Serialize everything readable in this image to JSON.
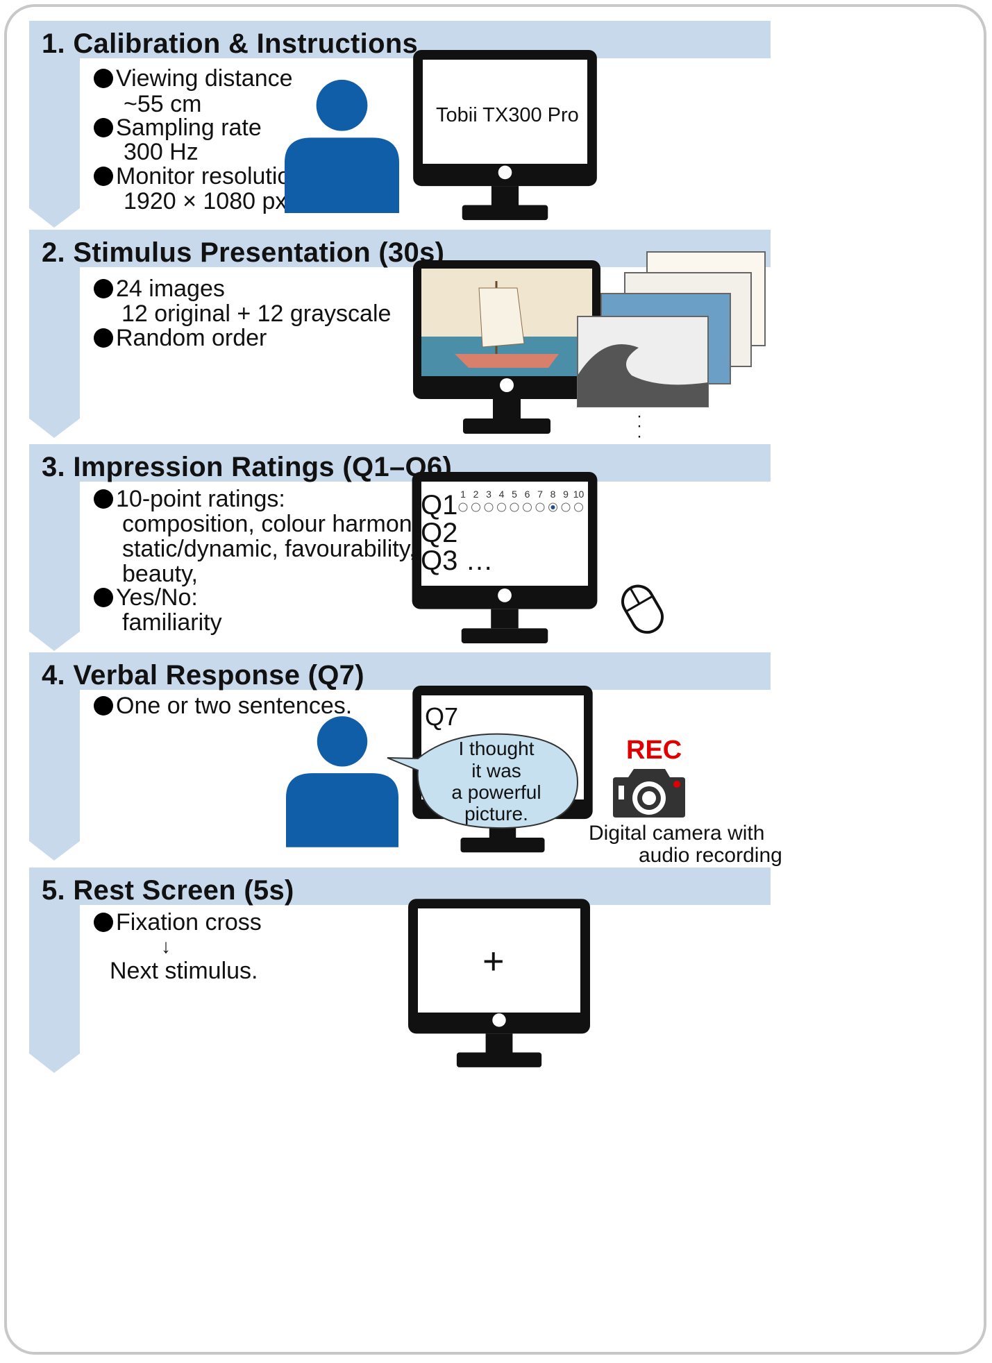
{
  "colors": {
    "band": "#c9d9ec",
    "person": "#105da8",
    "monitor": "#111111",
    "rec": "#e00000",
    "bubble": "#c6e0ef"
  },
  "steps": [
    {
      "title": "1. Calibration & Instructions",
      "bullets": [
        "Viewing distance",
        "Sampling rate",
        "Monitor resolution"
      ],
      "details": [
        "~55 cm",
        "300 Hz",
        "1920 × 1080 px"
      ],
      "monitor_label": "Tobii TX300 Pro",
      "icons": [
        "person-icon",
        "monitor-icon"
      ]
    },
    {
      "title": "2. Stimulus Presentation (30s)",
      "bullets": [
        "24 images",
        "Random order"
      ],
      "details": [
        "12 original + 12 grayscale"
      ],
      "icons": [
        "monitor-icon",
        "ukiyoe-ship-image",
        "ukiyoe-wave-grayscale-image"
      ]
    },
    {
      "title": "3. Impression Ratings (Q1–Q6)",
      "bullets": [
        "10-point ratings:",
        "Yes/No:"
      ],
      "details": [
        "composition, colour harmony,",
        "static/dynamic, favourability,",
        "beauty,",
        "familiarity"
      ],
      "screen": {
        "q1": "Q1",
        "q2": "Q2",
        "q3": "Q3 …",
        "scale": [
          "1",
          "2",
          "3",
          "4",
          "5",
          "6",
          "7",
          "8",
          "9",
          "10"
        ],
        "selected": 8
      },
      "icons": [
        "monitor-icon",
        "mouse-icon"
      ]
    },
    {
      "title": "4. Verbal Response (Q7)",
      "bullets": [
        "One or two sentences."
      ],
      "screen_label": "Q7",
      "speech": [
        "I thought",
        "it was",
        "a powerful",
        "picture."
      ],
      "rec_label": "REC",
      "camera_caption": [
        "Digital camera with",
        "audio recording"
      ],
      "icons": [
        "person-icon",
        "monitor-icon",
        "speech-bubble-icon",
        "camera-icon"
      ]
    },
    {
      "title": "5. Rest Screen (5s)",
      "bullets": [
        "Fixation cross"
      ],
      "arrow": "↓",
      "details": [
        "Next stimulus."
      ],
      "screen_label": "+",
      "icons": [
        "monitor-icon"
      ]
    }
  ]
}
